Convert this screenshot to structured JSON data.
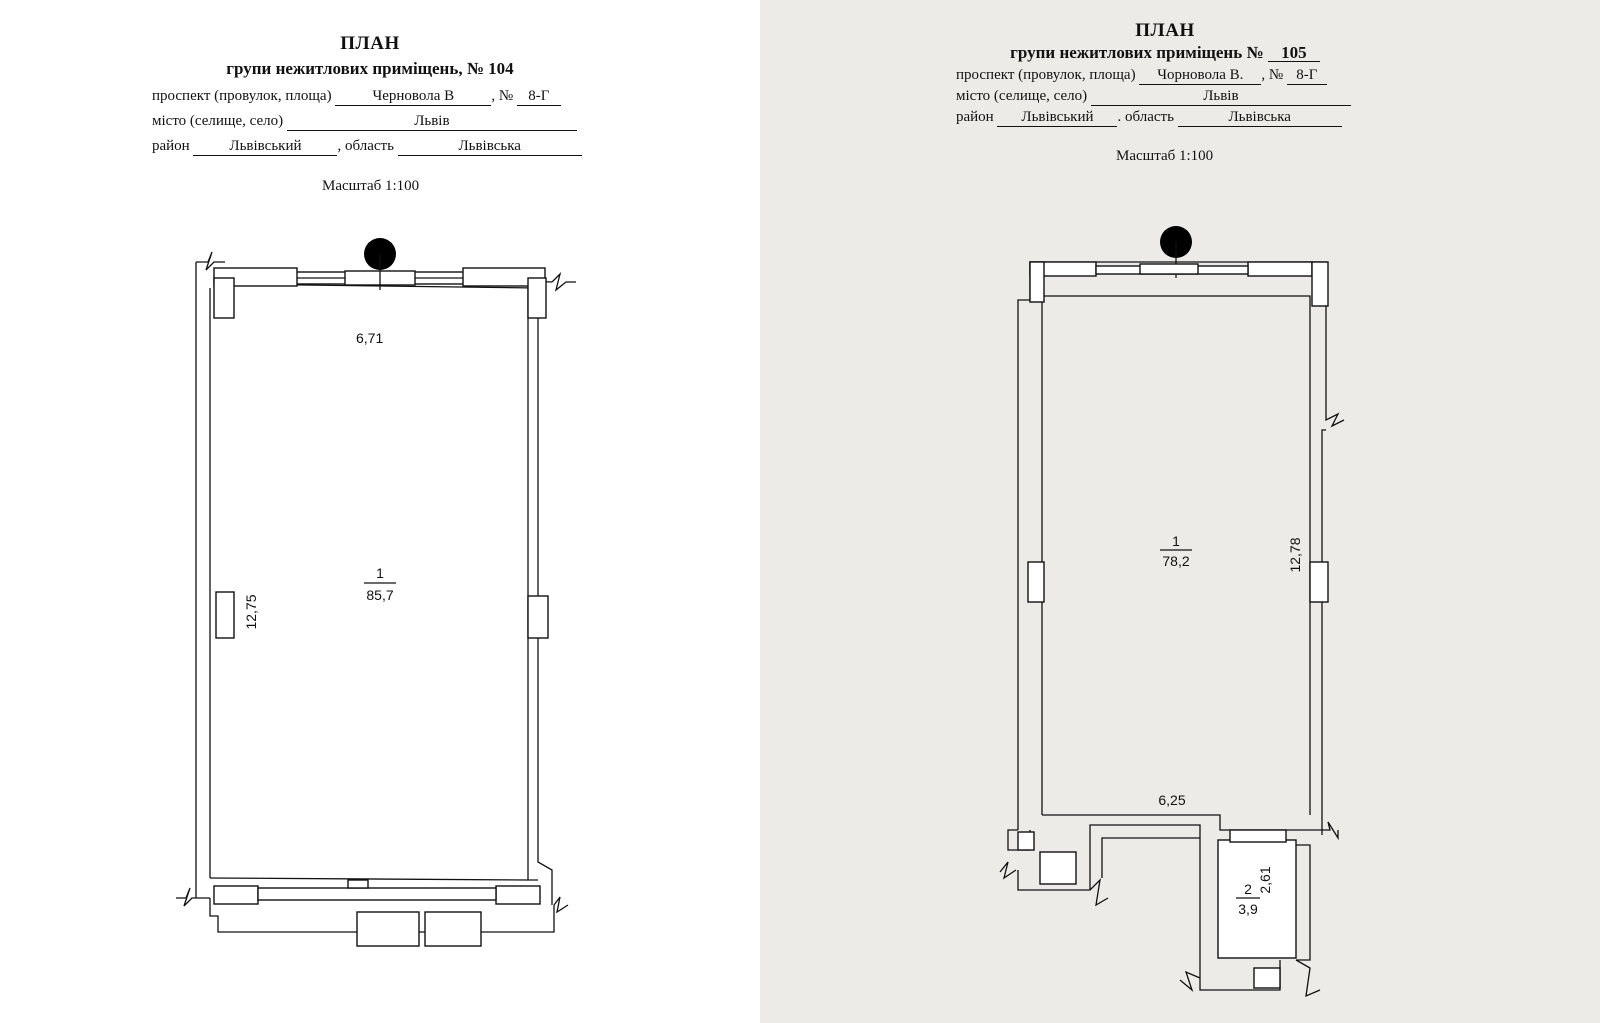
{
  "left_plan": {
    "title": "ПЛАН",
    "subtitle": "групи нежитлових приміщень, № 104",
    "street_label": "проспект (провулок, площа)",
    "street_value": "Черновола В",
    "number_label": ", № ",
    "number_value": "8-Г",
    "city_label": "місто (селище, село)",
    "city_value": "Львів",
    "district_label": "район",
    "district_value": "Львівський",
    "region_label": ", область",
    "region_value": "Львівська",
    "scale": "Масштаб 1:100",
    "dim_top": "6,71",
    "dim_side": "12,75",
    "room_number": "1",
    "room_area": "85,7"
  },
  "right_plan": {
    "title": "ПЛАН",
    "subtitle_prefix": "групи нежитлових приміщень № ",
    "subtitle_number": "105",
    "street_label": "проспект (провулок, площа)",
    "street_value": "Чорновола В.",
    "number_label": ", № ",
    "number_value": "8-Г",
    "city_label": "місто (селище, село)",
    "city_value": "Львів",
    "district_label": "район",
    "district_value": "Львівський",
    "region_label": ". область",
    "region_value": "Львівська",
    "scale": "Масштаб 1:100",
    "dim_side": "12,78",
    "dim_bottom": "6,25",
    "room1_number": "1",
    "room1_area": "78,2",
    "room2_number": "2",
    "room2_area": "3,9",
    "room2_dim": "2,61"
  }
}
